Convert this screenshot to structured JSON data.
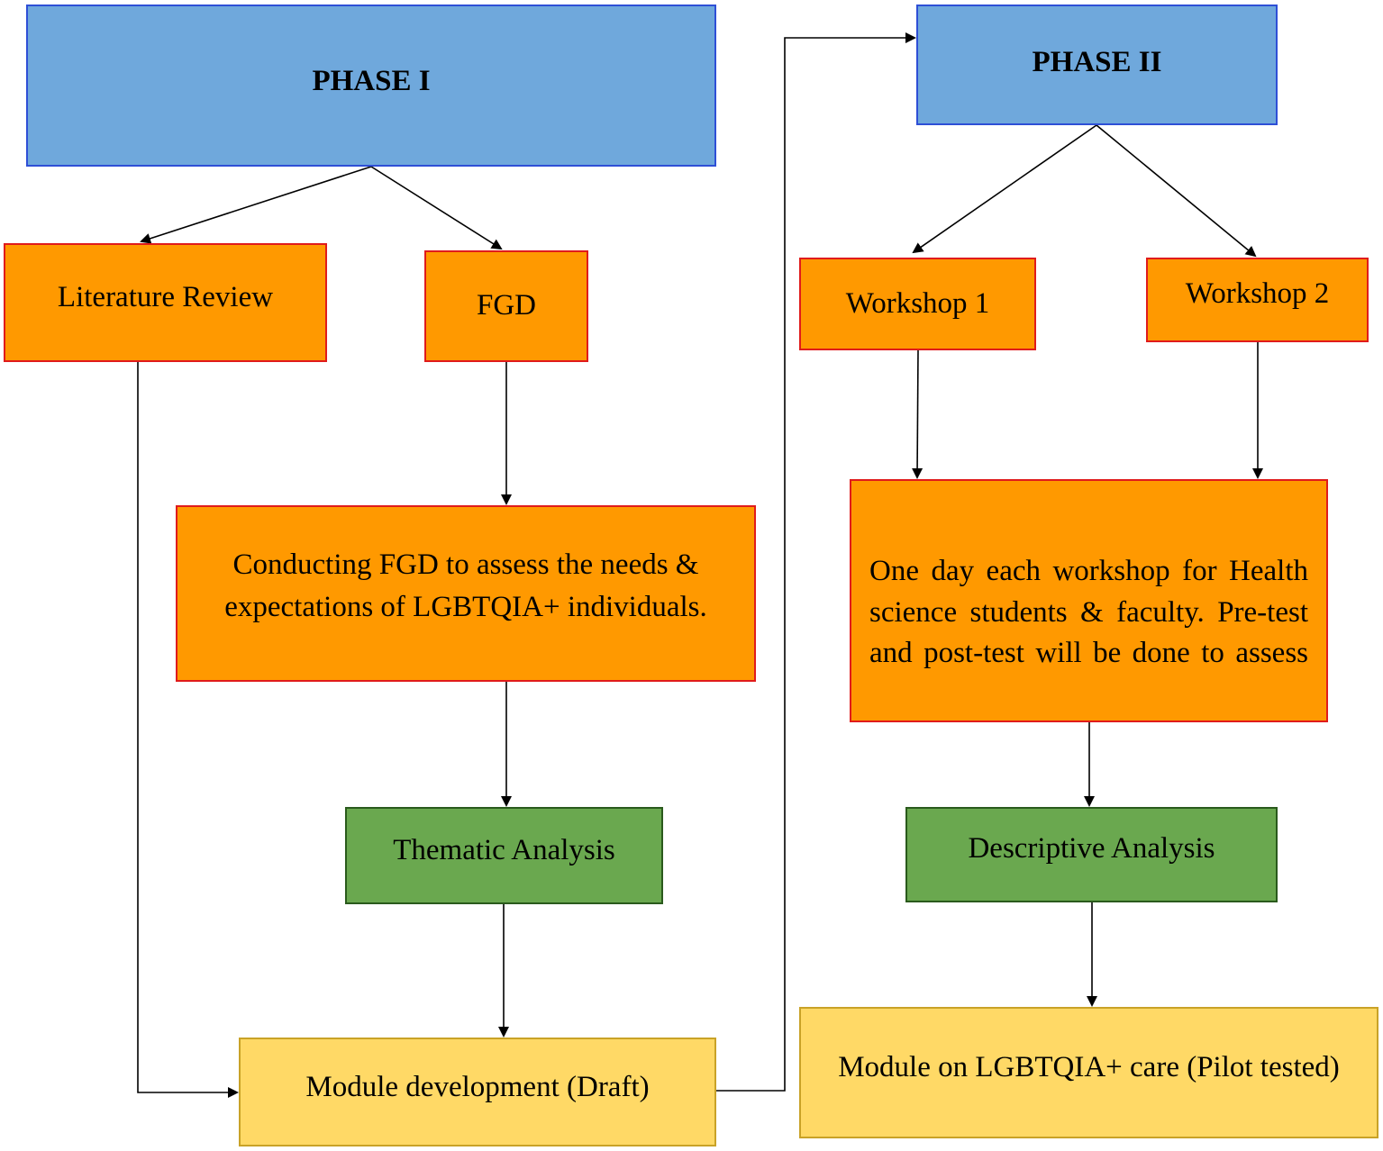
{
  "phase1": {
    "label": "PHASE I"
  },
  "phase2": {
    "label": "PHASE II"
  },
  "phase1_steps": {
    "literature_review": "Literature Review",
    "fgd": "FGD",
    "conducting_fgd": "Conducting FGD to assess the needs & expectations of LGBTQIA+ individuals.",
    "thematic_analysis": "Thematic Analysis",
    "module_draft": "Module development (Draft)"
  },
  "phase2_steps": {
    "workshop1": "Workshop 1",
    "workshop2": "Workshop 2",
    "one_day_workshop": "One day each workshop for Health science students & faculty. Pre-test and post-test will be done to assess",
    "descriptive_analysis": "Descriptive Analysis",
    "module_pilot": "Module on LGBTQIA+ care (Pilot tested)"
  },
  "colors": {
    "phase_fill": "#6fa8dc",
    "phase_border": "#2e4fd6",
    "step_fill": "#ff9900",
    "step_border": "#e01b1b",
    "analysis_fill": "#6aa84f",
    "output_fill": "#ffd966"
  }
}
